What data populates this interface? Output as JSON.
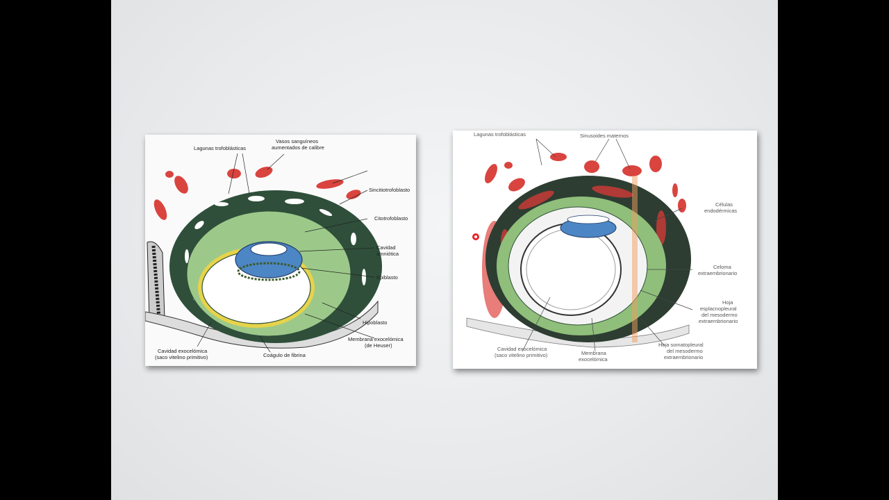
{
  "figure_left": {
    "labels": {
      "lagunas": "Lagunas trofoblásticas",
      "vasos_1": "Vasos sanguíneos",
      "vasos_2": "aumentados de calibre",
      "sincitio": "Sincitiotrofoblasto",
      "citotro": "Citotrofoblasto",
      "cavidad_amn_1": "Cavidad",
      "cavidad_amn_2": "amniótica",
      "epiblasto": "Epiblasto",
      "hipoblasto": "Hipoblasto",
      "membrana_1": "Membrana exocelómica",
      "membrana_2": "(de Heuser)",
      "cavidad_exo_1": "Cavidad exocelómica",
      "cavidad_exo_2": "(saco vitelino primitivo)",
      "coagulo": "Coágulo de fibrina"
    }
  },
  "figure_right": {
    "labels": {
      "lagunas": "Lagunas trofoblásticas",
      "sinusoides": "Sinusoides maternos",
      "celulas_1": "Células",
      "celulas_2": "endodérmicas",
      "celoma_1": "Celoma",
      "celoma_2": "extraembrionario",
      "hoja_esp_1": "Hoja",
      "hoja_esp_2": "esplacnopleural",
      "hoja_esp_3": "del mesodermo",
      "hoja_esp_4": "extraembrionario",
      "hoja_som_1": "Hoja somatopleural",
      "hoja_som_2": "del mesodermo",
      "hoja_som_3": "extraembrionario",
      "cavidad_exo_1": "Cavidad exocelómica",
      "cavidad_exo_2": "(saco vitelino primitivo)",
      "membrana_1": "Membrana",
      "membrana_2": "exocelómica"
    }
  },
  "colors": {
    "trophoblast_dark": "#2f4f3a",
    "cytotrophoblast": "#9cc98a",
    "blood": "#d9443f",
    "amnion": "#4d86c4",
    "yolk_rim": "#e7d34a"
  }
}
